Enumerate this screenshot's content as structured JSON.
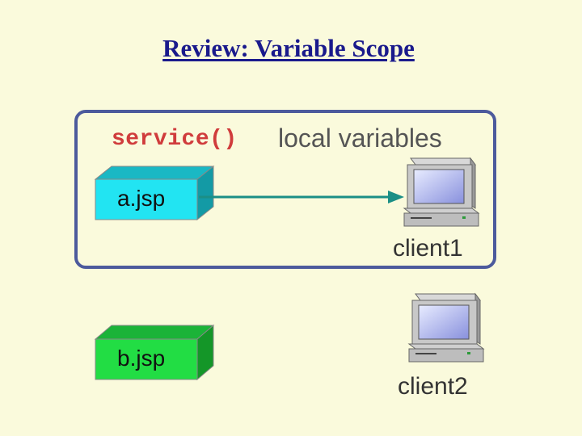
{
  "title": "Review: Variable Scope",
  "scope": {
    "code": "service()",
    "text": "local variables"
  },
  "jsp": [
    {
      "label": "a.jsp",
      "color": "#22e4f2"
    },
    {
      "label": "b.jsp",
      "color": "#22dd44"
    }
  ],
  "clients": [
    {
      "label": "client1"
    },
    {
      "label": "client2"
    }
  ],
  "colors": {
    "background": "#fafadc",
    "scope_border": "#4c5a9c",
    "arrow": "#1b8f86",
    "code": "#d03c3c"
  },
  "icons": [
    "computer-icon",
    "computer-icon"
  ]
}
